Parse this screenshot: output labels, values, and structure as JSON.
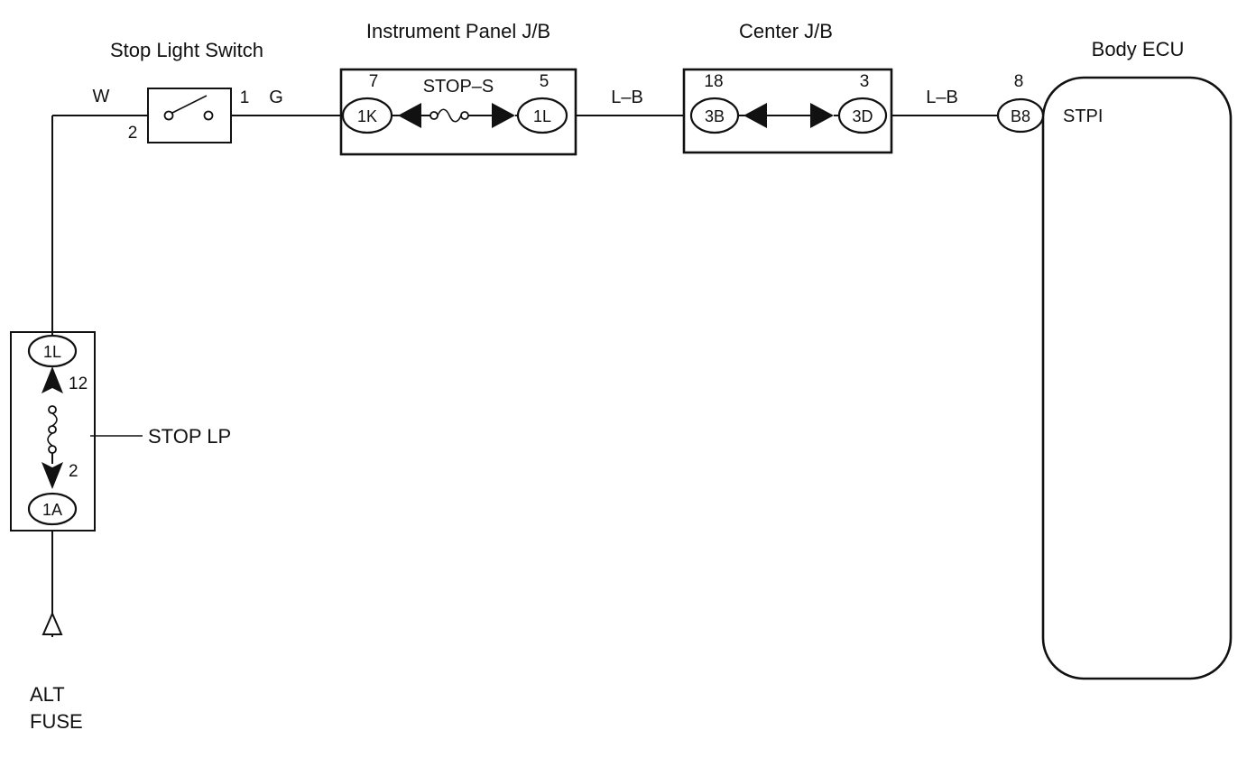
{
  "colors": {
    "line": "#111111",
    "background": "#ffffff"
  },
  "components": {
    "stop_light_switch": {
      "label": "Stop Light Switch",
      "pin_left": "2",
      "pin_right": "1"
    },
    "instrument_panel_jb": {
      "label": "Instrument Panel J/B",
      "fuse_label": "STOP–S",
      "left_connector": "1K",
      "left_pin": "7",
      "right_connector": "1L",
      "right_pin": "5"
    },
    "center_jb": {
      "label": "Center J/B",
      "left_connector": "3B",
      "left_pin": "18",
      "right_connector": "3D",
      "right_pin": "3"
    },
    "body_ecu": {
      "label": "Body ECU",
      "connector": "B8",
      "pin": "8",
      "terminal": "STPI"
    },
    "stop_lp": {
      "label": "STOP LP",
      "top_connector": "1L",
      "top_pin": "12",
      "bottom_connector": "1A",
      "bottom_pin": "2"
    },
    "alt_fuse": {
      "label_line1": "ALT",
      "label_line2": "FUSE"
    }
  },
  "wires": {
    "w": "W",
    "g": "G",
    "lb_left": "L–B",
    "lb_right": "L–B"
  }
}
